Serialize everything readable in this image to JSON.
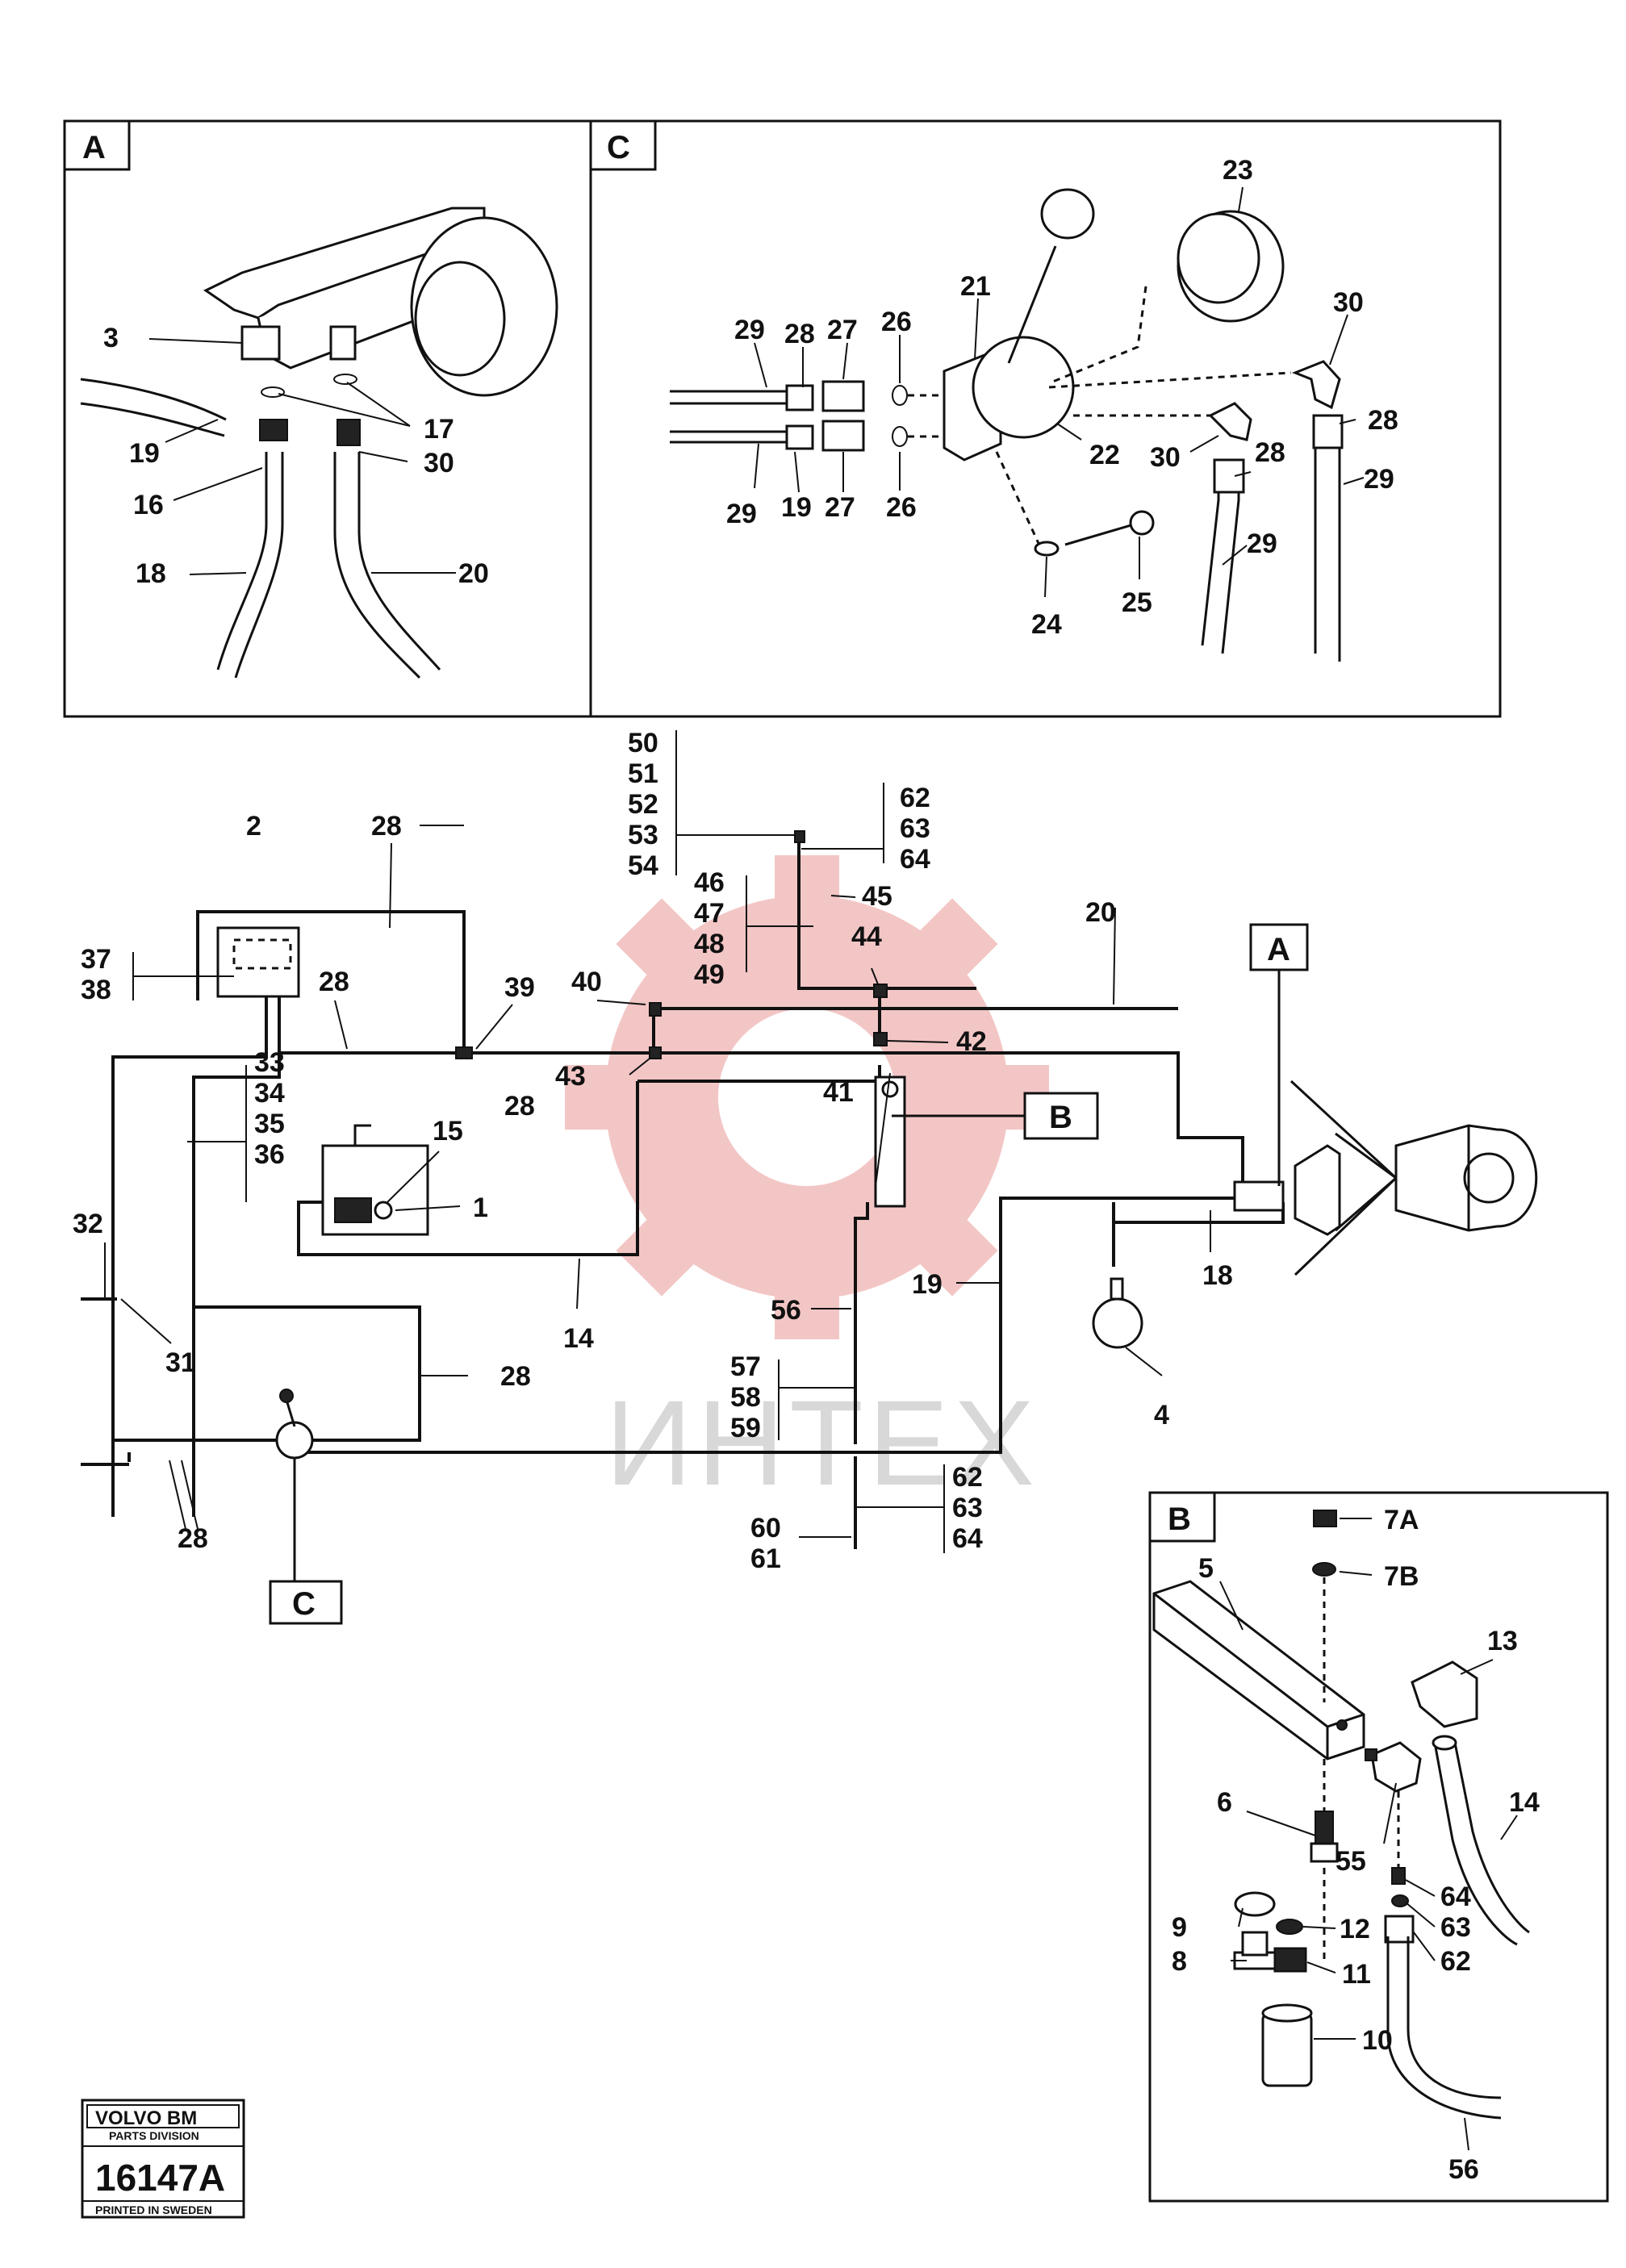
{
  "watermark": {
    "text": "ИНТЕХ",
    "gear_color": "#f3c6c6",
    "text_color": "#d8d8d8"
  },
  "panels": [
    {
      "id": "A",
      "tag": "A"
    },
    {
      "id": "C",
      "tag": "C"
    },
    {
      "id": "B",
      "tag": "B"
    }
  ],
  "callout_tags": {
    "A": "A",
    "B": "B",
    "C": "C"
  },
  "logo": {
    "brand": "VOLVO BM",
    "division": "PARTS DIVISION",
    "number": "16147A",
    "printed": "PRINTED IN SWEDEN"
  },
  "labels": {
    "panel_a": [
      "3",
      "19",
      "16",
      "18",
      "17",
      "30",
      "20"
    ],
    "panel_c": [
      "29",
      "28",
      "27",
      "26",
      "21",
      "23",
      "30",
      "29",
      "19",
      "27",
      "26",
      "22",
      "30",
      "28",
      "28",
      "29",
      "29",
      "24",
      "25"
    ],
    "main": [
      "50",
      "51",
      "52",
      "53",
      "54",
      "62",
      "63",
      "64",
      "46",
      "47",
      "48",
      "49",
      "45",
      "44",
      "20",
      "2",
      "28",
      "37",
      "38",
      "28",
      "39",
      "40",
      "42",
      "43",
      "28",
      "41",
      "33",
      "34",
      "35",
      "36",
      "15",
      "1",
      "32",
      "31",
      "14",
      "56",
      "19",
      "18",
      "4",
      "28",
      "57",
      "58",
      "59",
      "28",
      "62",
      "63",
      "64",
      "60",
      "61"
    ],
    "panel_b": [
      "7A",
      "7B",
      "5",
      "13",
      "14",
      "6",
      "55",
      "64",
      "9",
      "12",
      "63",
      "8",
      "62",
      "11",
      "10",
      "56"
    ]
  }
}
